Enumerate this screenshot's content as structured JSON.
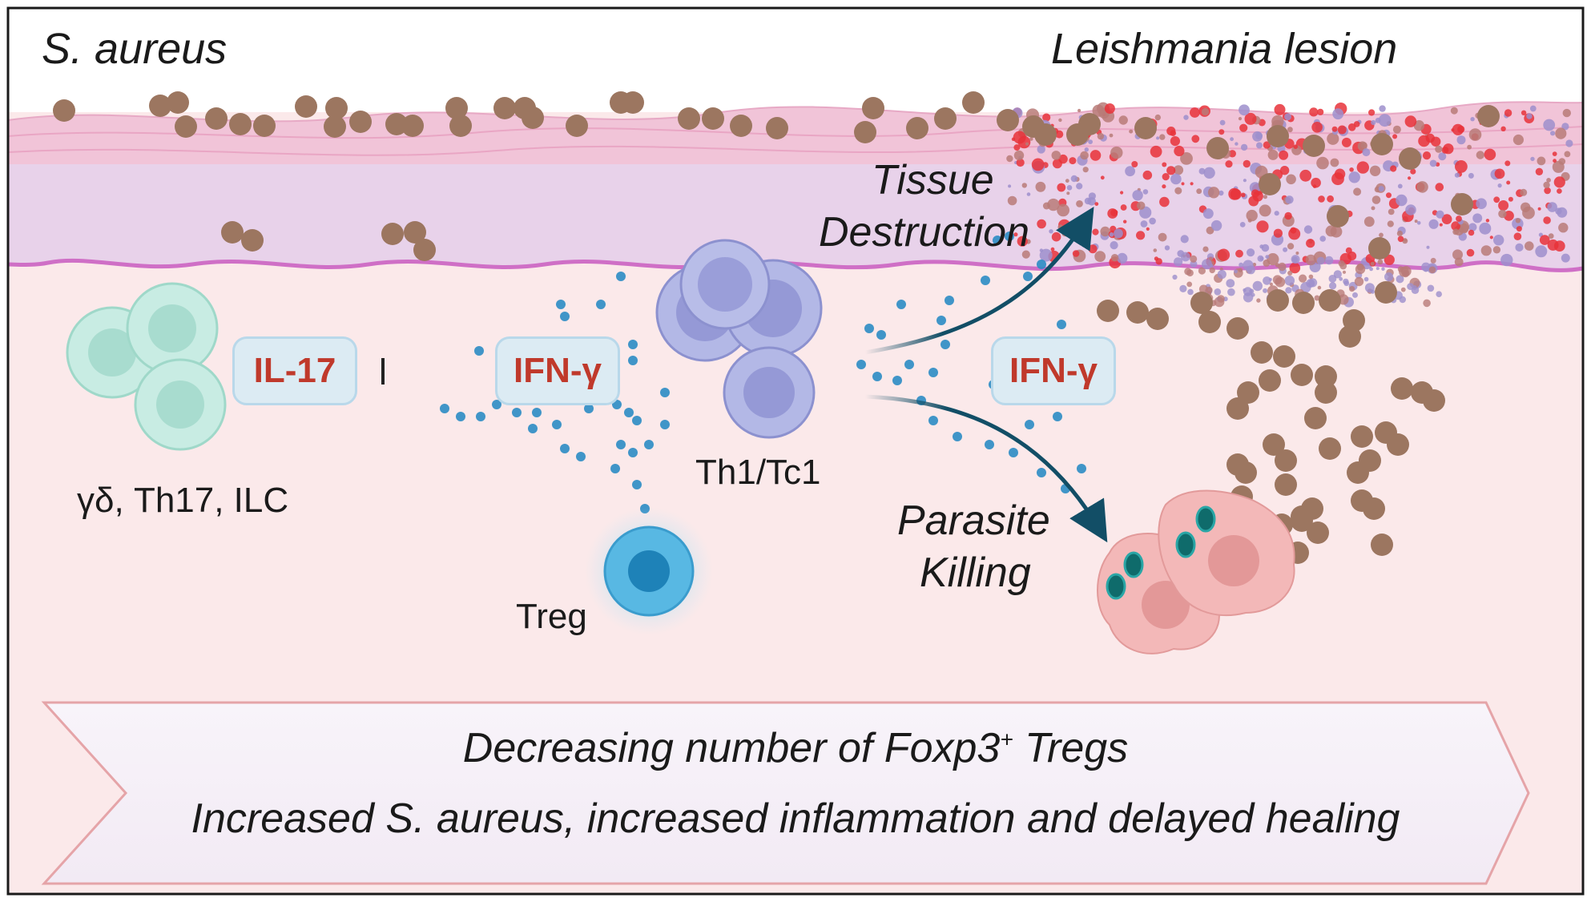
{
  "labels": {
    "s_aureus": "S. aureus",
    "lesion": "Leishmania lesion",
    "tissue_destruction_1": "Tissue",
    "tissue_destruction_2": "Destruction",
    "parasite_killing_1": "Parasite",
    "parasite_killing_2": "Killing",
    "il17": "IL-17",
    "ifng_left": "IFN-γ",
    "ifng_right": "IFN-γ",
    "innate_cells": "γδ, Th17, ILC",
    "th1": "Th1/Tc1",
    "treg": "Treg"
  },
  "banner": {
    "line1_prefix": "Decreasing number of  Foxp3",
    "line1_sup": "+",
    "line1_suffix": " Tregs",
    "line2": "Increased S. aureus, increased inflammation and delayed healing"
  },
  "colors": {
    "epidermis": "#f1c4d8",
    "dermis_top": "#e9cfe6",
    "tissue": "#fbe9ea",
    "bacteria": "#9c7660",
    "cytokine_dot": "#2b8cc4",
    "arrow": "#124e66",
    "cytokine_text": "#c0392b",
    "lesion_red": "#e8323a",
    "lesion_purple": "#9d8fcc"
  }
}
